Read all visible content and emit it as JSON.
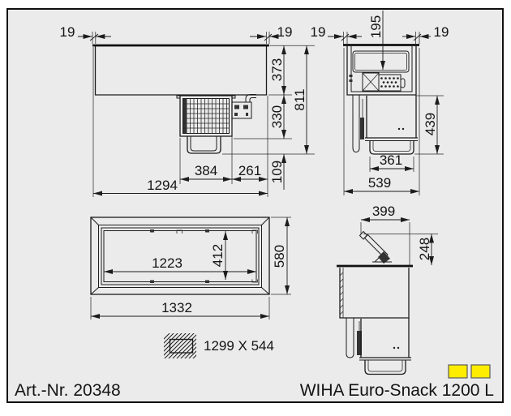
{
  "colors": {
    "background": "#ebebeb",
    "line": "#1d1d1d",
    "accent_yellow": "#ffed00",
    "text": "#141414"
  },
  "views": {
    "front": {
      "dims": {
        "overhang_left": "19",
        "overhang_right": "19",
        "body_height": "373",
        "unit_height": "330",
        "base_height": "109",
        "total_height": "811",
        "unit_width": "384",
        "unit_offset": "261",
        "total_width": "1294"
      }
    },
    "side": {
      "dims": {
        "overhang_left": "19",
        "well_depth": "195",
        "overhang_right": "19",
        "lower_height": "439",
        "base_width": "361",
        "total_depth": "539"
      }
    },
    "top": {
      "dims": {
        "inner_width": "1223",
        "inner_depth": "412",
        "outer_depth": "580",
        "outer_width": "1332"
      }
    },
    "lid": {
      "dims": {
        "opening_width": "399",
        "lid_height": "248"
      }
    }
  },
  "cutout": {
    "label": "1299 X 544"
  },
  "footer": {
    "article_number": "Art.-Nr. 20348",
    "product_name": "WIHA Euro-Snack 1200 L"
  }
}
